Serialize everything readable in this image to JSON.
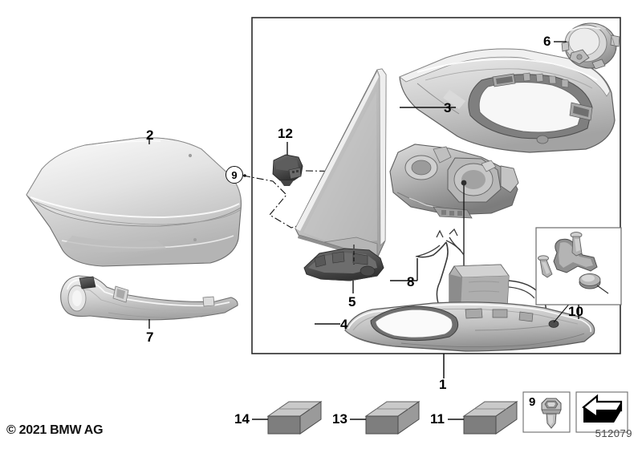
{
  "diagram": {
    "title": "BMW exterior mirror assembly exploded parts diagram",
    "copyright": "© 2021 BMW AG",
    "part_number": "512079",
    "colors": {
      "frame_stroke": "#2b2b2b",
      "label_text": "#000000",
      "metal_light": "#e8e8e8",
      "metal_mid": "#c2c2c2",
      "metal_dark": "#8d8d8d",
      "box_top": "#c9c9c9",
      "box_side": "#9a9a9a",
      "box_front": "#7e7e7e",
      "dark_part": "#4b4b4b"
    }
  },
  "labels": [
    {
      "id": "1",
      "text": "1",
      "name": "part-label-1",
      "desc": "complete mirror assembly (main frame group)"
    },
    {
      "id": "2",
      "text": "2",
      "name": "part-label-2",
      "desc": "mirror cover cap, primed"
    },
    {
      "id": "3",
      "text": "3",
      "name": "part-label-3",
      "desc": "mirror housing frame / support ring"
    },
    {
      "id": "4",
      "text": "4",
      "name": "part-label-4",
      "desc": "lower mirror housing shell"
    },
    {
      "id": "5",
      "text": "5",
      "name": "part-label-5",
      "desc": "inner bracket / trim piece"
    },
    {
      "id": "6",
      "text": "6",
      "name": "part-label-6",
      "desc": "mirror adjustment drive motor"
    },
    {
      "id": "7",
      "text": "7",
      "name": "part-label-7",
      "desc": "turn indicator light strip"
    },
    {
      "id": "8",
      "text": "8",
      "name": "part-label-8",
      "desc": "wiring harness with control module"
    },
    {
      "id": "9",
      "text": "9",
      "name": "part-label-9-callout",
      "desc": "circled callout for fastener 9"
    },
    {
      "id": "10",
      "text": "10",
      "name": "part-label-10",
      "desc": "mounting hardware kit box"
    },
    {
      "id": "11",
      "text": "11",
      "name": "part-label-11",
      "desc": "packaged part carton"
    },
    {
      "id": "12",
      "text": "12",
      "name": "part-label-12",
      "desc": "electrical connector / clip"
    },
    {
      "id": "13",
      "text": "13",
      "name": "part-label-13",
      "desc": "packaged part carton"
    },
    {
      "id": "14",
      "text": "14",
      "name": "part-label-14",
      "desc": "packaged part carton"
    }
  ],
  "legend": {
    "fastener_box": {
      "number": "9",
      "icon": "hex-head-screw-icon",
      "desc": "hex flange head self-tapping screw"
    },
    "direction_box": {
      "icon": "installation-direction-arrow-icon",
      "desc": "3D arrow indicating installation direction"
    }
  }
}
